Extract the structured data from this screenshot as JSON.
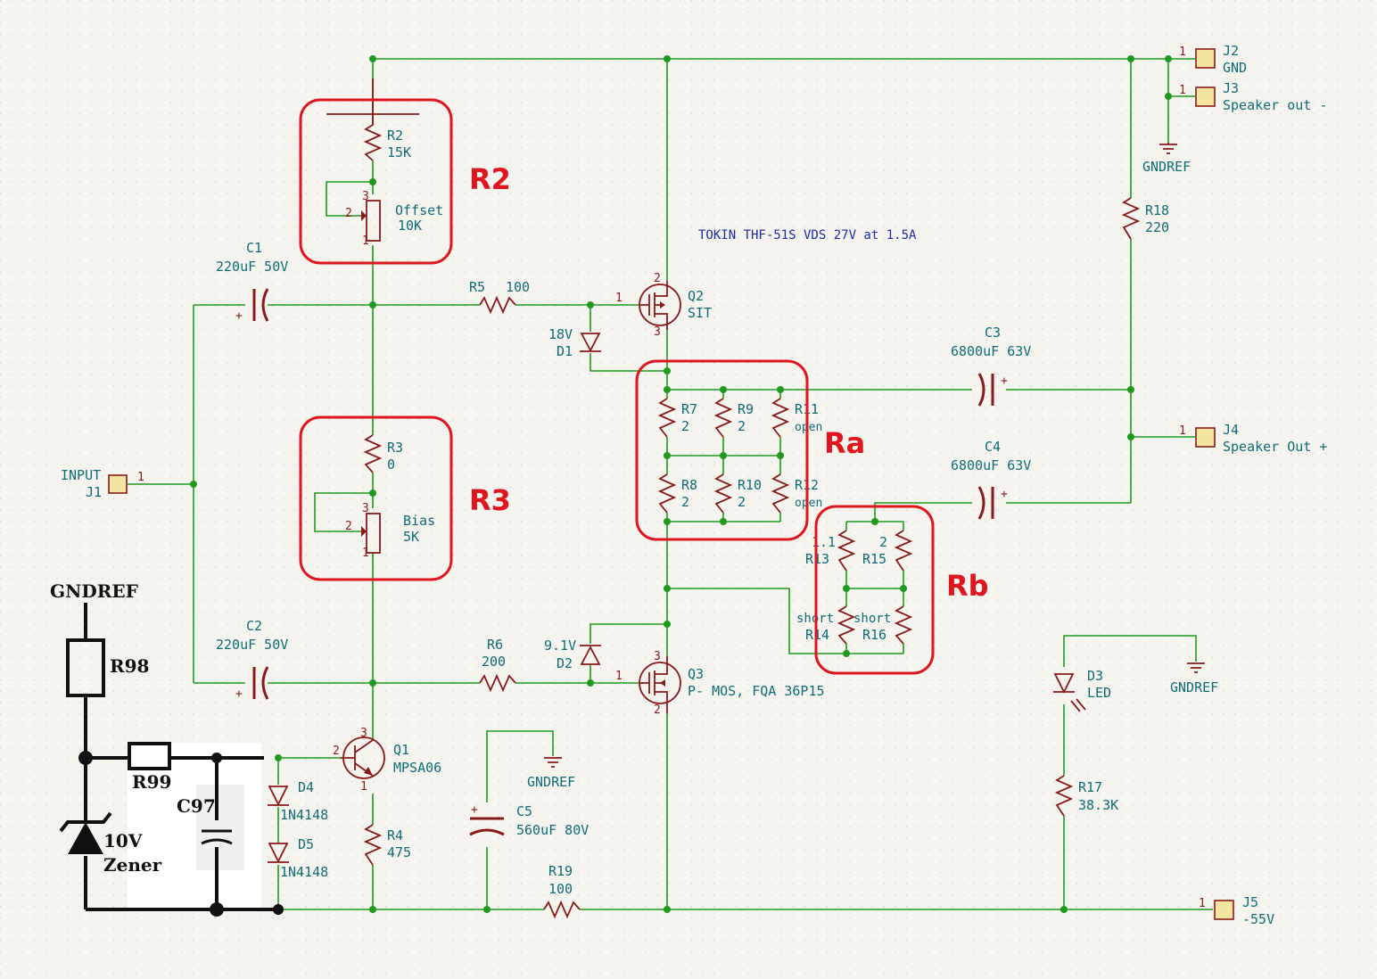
{
  "note": "TOKIN THF-51S VDS 27V at 1.5A",
  "connectors": {
    "J1": {
      "ref": "J1",
      "value": "INPUT",
      "pin": "1"
    },
    "J2": {
      "ref": "J2",
      "value": "GND",
      "pin": "1"
    },
    "J3": {
      "ref": "J3",
      "value": "Speaker out -",
      "pin": "1"
    },
    "J4": {
      "ref": "J4",
      "value": "Speaker Out +",
      "pin": "1"
    },
    "J5": {
      "ref": "J5",
      "value": "-55V",
      "pin": "1"
    }
  },
  "power": {
    "gndref": "GNDREF"
  },
  "components": {
    "R2": {
      "ref": "R2",
      "value": "15K"
    },
    "RV1": {
      "value1": "Offset",
      "value2": "10K"
    },
    "R3": {
      "ref": "R3",
      "value": "0"
    },
    "RV2": {
      "value1": "Bias",
      "value2": "5K"
    },
    "C1": {
      "ref": "C1",
      "value": "220uF 50V"
    },
    "C2": {
      "ref": "C2",
      "value": "220uF 50V"
    },
    "R5": {
      "ref": "R5",
      "value": "100"
    },
    "R6": {
      "ref": "R6",
      "value": "200"
    },
    "D1": {
      "ref": "D1",
      "value": "18V"
    },
    "D2": {
      "ref": "D2",
      "value": "9.1V"
    },
    "Q2": {
      "ref": "Q2",
      "value": "SIT"
    },
    "Q3": {
      "ref": "Q3",
      "value": "P- MOS, FQA 36P15"
    },
    "Q1": {
      "ref": "Q1",
      "value": "MPSA06"
    },
    "R7": {
      "ref": "R7",
      "value": "2"
    },
    "R8": {
      "ref": "R8",
      "value": "2"
    },
    "R9": {
      "ref": "R9",
      "value": "2"
    },
    "R10": {
      "ref": "R10",
      "value": "2"
    },
    "R11": {
      "ref": "R11",
      "value": "open"
    },
    "R12": {
      "ref": "R12",
      "value": "open"
    },
    "R13": {
      "ref": "R13",
      "value": "1.1"
    },
    "R14": {
      "ref": "R14",
      "value": "short"
    },
    "R15": {
      "ref": "R15",
      "value": "2"
    },
    "R16": {
      "ref": "R16",
      "value": "short"
    },
    "C3": {
      "ref": "C3",
      "value": "6800uF 63V"
    },
    "C4": {
      "ref": "C4",
      "value": "6800uF 63V"
    },
    "R18": {
      "ref": "R18",
      "value": "220"
    },
    "R4": {
      "ref": "R4",
      "value": "475"
    },
    "C5": {
      "ref": "C5",
      "value": "560uF 80V"
    },
    "R19": {
      "ref": "R19",
      "value": "100"
    },
    "D3": {
      "ref": "D3",
      "value": "LED"
    },
    "R17": {
      "ref": "R17",
      "value": "38.3K"
    },
    "D4": {
      "ref": "D4",
      "value": "1N4148"
    },
    "D5": {
      "ref": "D5",
      "value": "1N4148"
    }
  },
  "pins": {
    "p1": "1",
    "p2": "2",
    "p3": "3"
  },
  "highlights": {
    "r2": "R2",
    "r3": "R3",
    "ra": "Ra",
    "rb": "Rb"
  },
  "overlay": {
    "gndref": "GNDREF",
    "r98": "R98",
    "r99": "R99",
    "c97": "C97",
    "zener1": "10V",
    "zener2": "Zener"
  },
  "colors": {
    "wire": "#1f9a1f",
    "component": "#8a1a1a",
    "label": "#0f6d78",
    "highlight": "#e0161f",
    "background": "#f5f4ef"
  }
}
